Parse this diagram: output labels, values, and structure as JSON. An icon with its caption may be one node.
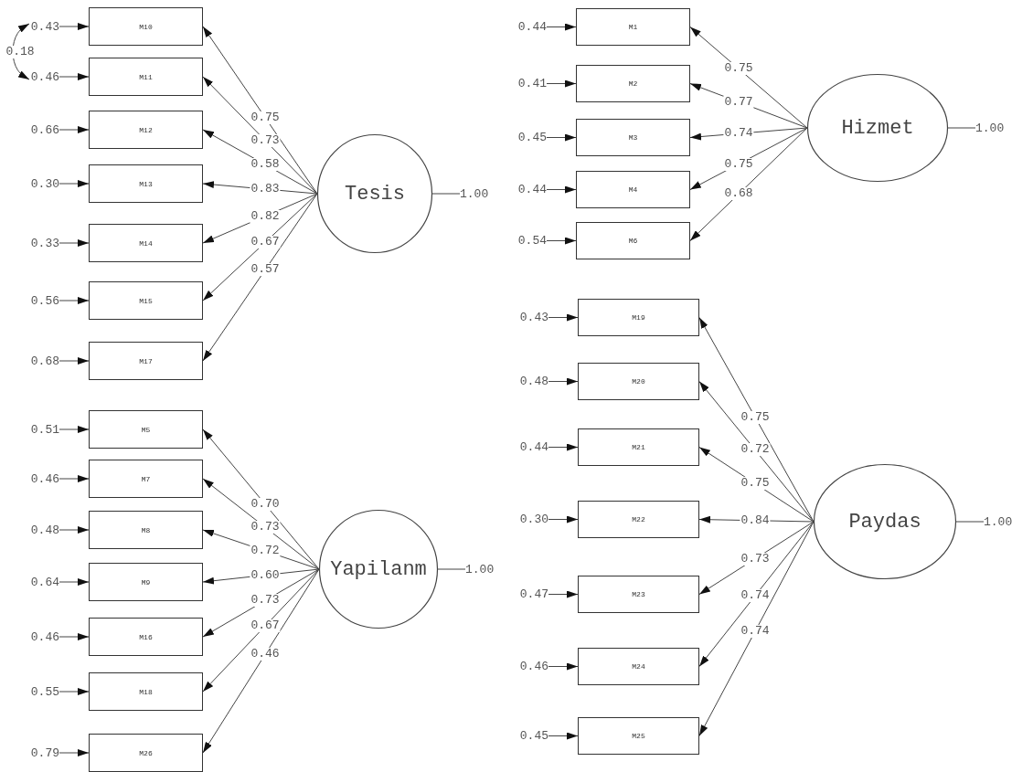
{
  "diagram": {
    "nodes": [
      {
        "text": [
          "0.43"
        ]
      },
      {
        "text": [
          "0.46"
        ]
      },
      {
        "text": [
          "0.66"
        ]
      },
      {
        "text": [
          "0.30"
        ]
      },
      {
        "text": [
          "0.33"
        ]
      },
      {
        "text": [
          "0.56"
        ]
      },
      {
        "text": [
          "0.68"
        ]
      },
      {
        "text": [
          "M10"
        ]
      },
      {
        "text": [
          "M11"
        ]
      },
      {
        "text": [
          "M12"
        ]
      },
      {
        "text": [
          "M13"
        ]
      },
      {
        "text": [
          "M14"
        ]
      },
      {
        "text": [
          "M15"
        ]
      },
      {
        "text": [
          "M17"
        ]
      },
      {
        "text": [
          "Tesis"
        ]
      },
      {
        "text": [
          "1.00"
        ]
      },
      {
        "text": [
          "0.44"
        ]
      },
      {
        "text": [
          "0.41"
        ]
      },
      {
        "text": [
          "0.45"
        ]
      },
      {
        "text": [
          "0.44"
        ]
      },
      {
        "text": [
          "0.54"
        ]
      },
      {
        "text": [
          "M1"
        ]
      },
      {
        "text": [
          "M2"
        ]
      },
      {
        "text": [
          "M3"
        ]
      },
      {
        "text": [
          "M4"
        ]
      },
      {
        "text": [
          "M6"
        ]
      },
      {
        "text": [
          "Hizmet"
        ]
      },
      {
        "text": [
          "1.00"
        ]
      },
      {
        "text": [
          "0.51"
        ]
      },
      {
        "text": [
          "0.46"
        ]
      },
      {
        "text": [
          "0.48"
        ]
      },
      {
        "text": [
          "0.64"
        ]
      },
      {
        "text": [
          "0.46"
        ]
      },
      {
        "text": [
          "0.55"
        ]
      },
      {
        "text": [
          "0.79"
        ]
      },
      {
        "text": [
          "M5"
        ]
      },
      {
        "text": [
          "M7"
        ]
      },
      {
        "text": [
          "M8"
        ]
      },
      {
        "text": [
          "M9"
        ]
      },
      {
        "text": [
          "M16"
        ]
      },
      {
        "text": [
          "M18"
        ]
      },
      {
        "text": [
          "M26"
        ]
      },
      {
        "text": [
          "Yapilanm"
        ]
      },
      {
        "text": [
          "1.00"
        ]
      },
      {
        "text": [
          "0.43"
        ]
      },
      {
        "text": [
          "0.48"
        ]
      },
      {
        "text": [
          "0.44"
        ]
      },
      {
        "text": [
          "0.30"
        ]
      },
      {
        "text": [
          "0.47"
        ]
      },
      {
        "text": [
          "0.46"
        ]
      },
      {
        "text": [
          "0.45"
        ]
      },
      {
        "text": [
          "M19"
        ]
      },
      {
        "text": [
          "M20"
        ]
      },
      {
        "text": [
          "M21"
        ]
      },
      {
        "text": [
          "M22"
        ]
      },
      {
        "text": [
          "M23"
        ]
      },
      {
        "text": [
          "M24"
        ]
      },
      {
        "text": [
          "M25"
        ]
      },
      {
        "text": [
          "Paydas"
        ]
      },
      {
        "text": [
          "1.00"
        ]
      }
    ],
    "edges": [
      {
        "from": 14,
        "to": 7,
        "arrow": "to",
        "label": "0.75"
      },
      {
        "from": 14,
        "to": 8,
        "arrow": "to",
        "label": "0.73"
      },
      {
        "from": 14,
        "to": 9,
        "arrow": "to",
        "label": "0.58"
      },
      {
        "from": 14,
        "to": 10,
        "arrow": "to",
        "label": "0.83"
      },
      {
        "from": 14,
        "to": 11,
        "arrow": "to",
        "label": "0.82"
      },
      {
        "from": 14,
        "to": 12,
        "arrow": "to",
        "label": "0.67"
      },
      {
        "from": 14,
        "to": 13,
        "arrow": "to",
        "label": "0.57"
      },
      {
        "from": 0,
        "to": 7,
        "arrow": "to"
      },
      {
        "from": 1,
        "to": 8,
        "arrow": "to"
      },
      {
        "from": 2,
        "to": 9,
        "arrow": "to"
      },
      {
        "from": 3,
        "to": 10,
        "arrow": "to"
      },
      {
        "from": 4,
        "to": 11,
        "arrow": "to"
      },
      {
        "from": 5,
        "to": 12,
        "arrow": "to"
      },
      {
        "from": 6,
        "to": 13,
        "arrow": "to"
      },
      {
        "from": 14,
        "to": 15,
        "arrow": "none"
      },
      {
        "from": 0,
        "to": 1,
        "arrow": "both",
        "label": "0.18"
      },
      {
        "from": 26,
        "to": 21,
        "arrow": "to",
        "label": "0.75"
      },
      {
        "from": 26,
        "to": 22,
        "arrow": "to",
        "label": "0.77"
      },
      {
        "from": 26,
        "to": 23,
        "arrow": "to",
        "label": "0.74"
      },
      {
        "from": 26,
        "to": 24,
        "arrow": "to",
        "label": "0.75"
      },
      {
        "from": 26,
        "to": 25,
        "arrow": "to",
        "label": "0.68"
      },
      {
        "from": 16,
        "to": 21,
        "arrow": "to"
      },
      {
        "from": 17,
        "to": 22,
        "arrow": "to"
      },
      {
        "from": 18,
        "to": 23,
        "arrow": "to"
      },
      {
        "from": 19,
        "to": 24,
        "arrow": "to"
      },
      {
        "from": 20,
        "to": 25,
        "arrow": "to"
      },
      {
        "from": 26,
        "to": 27,
        "arrow": "none"
      },
      {
        "from": 42,
        "to": 35,
        "arrow": "to",
        "label": "0.70"
      },
      {
        "from": 42,
        "to": 36,
        "arrow": "to",
        "label": "0.73"
      },
      {
        "from": 42,
        "to": 37,
        "arrow": "to",
        "label": "0.72"
      },
      {
        "from": 42,
        "to": 38,
        "arrow": "to",
        "label": "0.60"
      },
      {
        "from": 42,
        "to": 39,
        "arrow": "to",
        "label": "0.73"
      },
      {
        "from": 42,
        "to": 40,
        "arrow": "to",
        "label": "0.67"
      },
      {
        "from": 42,
        "to": 41,
        "arrow": "to",
        "label": "0.46"
      },
      {
        "from": 28,
        "to": 35,
        "arrow": "to"
      },
      {
        "from": 29,
        "to": 36,
        "arrow": "to"
      },
      {
        "from": 30,
        "to": 37,
        "arrow": "to"
      },
      {
        "from": 31,
        "to": 38,
        "arrow": "to"
      },
      {
        "from": 32,
        "to": 39,
        "arrow": "to"
      },
      {
        "from": 33,
        "to": 40,
        "arrow": "to"
      },
      {
        "from": 34,
        "to": 41,
        "arrow": "to"
      },
      {
        "from": 42,
        "to": 43,
        "arrow": "none"
      },
      {
        "from": 58,
        "to": 51,
        "arrow": "to",
        "label": "0.75"
      },
      {
        "from": 58,
        "to": 52,
        "arrow": "to",
        "label": "0.72"
      },
      {
        "from": 58,
        "to": 53,
        "arrow": "to",
        "label": "0.75"
      },
      {
        "from": 58,
        "to": 54,
        "arrow": "to",
        "label": "0.84"
      },
      {
        "from": 58,
        "to": 55,
        "arrow": "to",
        "label": "0.73"
      },
      {
        "from": 58,
        "to": 56,
        "arrow": "to",
        "label": "0.74"
      },
      {
        "from": 58,
        "to": 57,
        "arrow": "to",
        "label": "0.74"
      },
      {
        "from": 44,
        "to": 51,
        "arrow": "to"
      },
      {
        "from": 45,
        "to": 52,
        "arrow": "to"
      },
      {
        "from": 46,
        "to": 53,
        "arrow": "to"
      },
      {
        "from": 47,
        "to": 54,
        "arrow": "to"
      },
      {
        "from": 48,
        "to": 55,
        "arrow": "to"
      },
      {
        "from": 49,
        "to": 56,
        "arrow": "to"
      },
      {
        "from": 50,
        "to": 57,
        "arrow": "to"
      },
      {
        "from": 58,
        "to": 59,
        "arrow": "none"
      }
    ]
  }
}
